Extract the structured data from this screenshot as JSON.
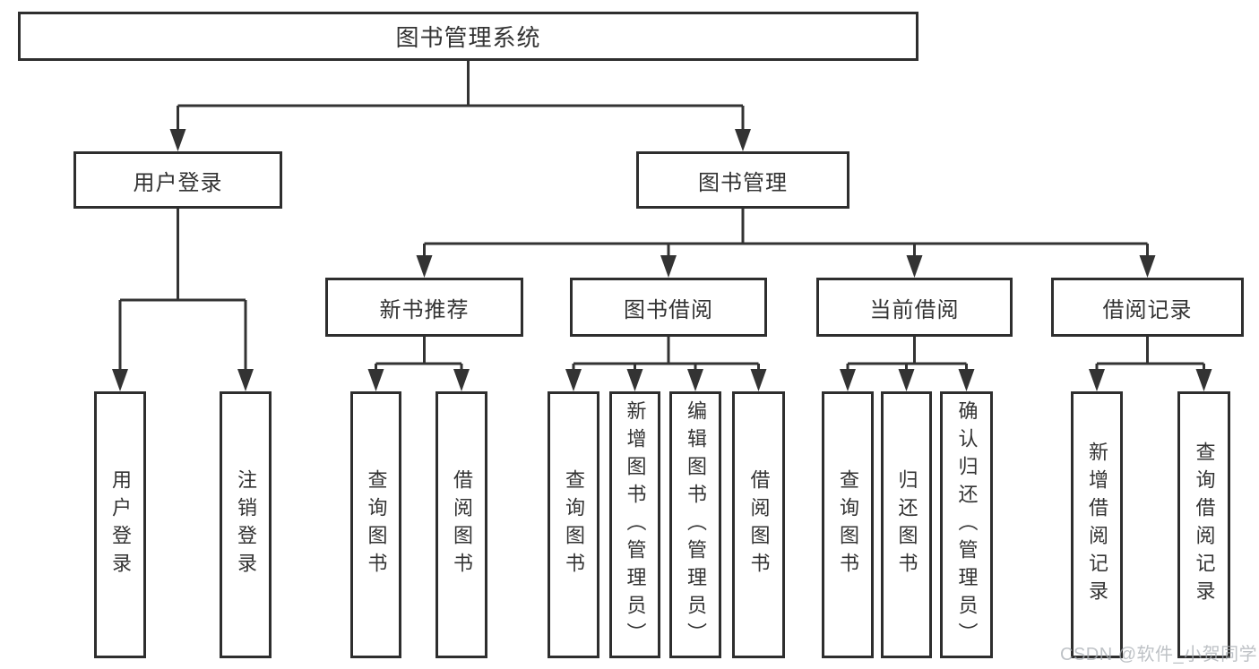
{
  "tree": {
    "root": {
      "label": "图书管理系统"
    },
    "level2": [
      {
        "label": "用户登录"
      },
      {
        "label": "图书管理"
      }
    ],
    "level3": [
      {
        "label": "新书推荐",
        "parent": "图书管理"
      },
      {
        "label": "图书借阅",
        "parent": "图书管理"
      },
      {
        "label": "当前借阅",
        "parent": "图书管理"
      },
      {
        "label": "借阅记录",
        "parent": "图书管理"
      }
    ],
    "leaves": [
      {
        "label": "用户登录",
        "parent": "用户登录"
      },
      {
        "label": "注销登录",
        "parent": "用户登录"
      },
      {
        "label": "查询图书",
        "parent": "新书推荐"
      },
      {
        "label": "借阅图书",
        "parent": "新书推荐"
      },
      {
        "label": "查询图书",
        "parent": "图书借阅"
      },
      {
        "label": "新增图书（管理员）",
        "parent": "图书借阅"
      },
      {
        "label": "编辑图书（管理员）",
        "parent": "图书借阅"
      },
      {
        "label": "借阅图书",
        "parent": "图书借阅"
      },
      {
        "label": "查询图书",
        "parent": "当前借阅"
      },
      {
        "label": "归还图书",
        "parent": "当前借阅"
      },
      {
        "label": "确认归还（管理员）",
        "parent": "当前借阅"
      },
      {
        "label": "新增借阅记录",
        "parent": "借阅记录"
      },
      {
        "label": "查询借阅记录",
        "parent": "借阅记录"
      }
    ]
  },
  "watermark": {
    "text": "CSDN @软件_小贺同学"
  },
  "colors": {
    "line": "#333333",
    "border": "#2e2e2e",
    "text": "#333333",
    "background": "#ffffff",
    "watermark": "#a9aeb4"
  }
}
